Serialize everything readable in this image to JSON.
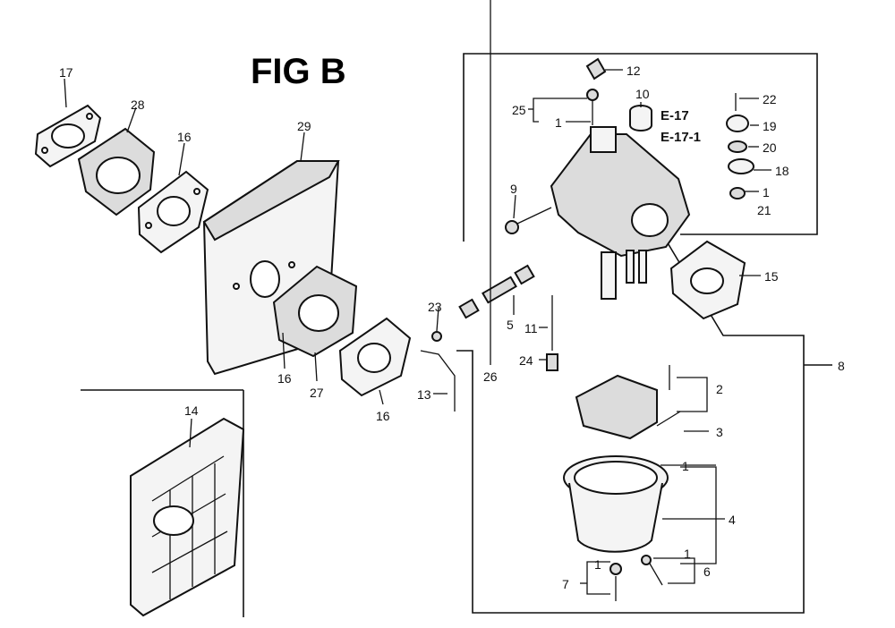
{
  "title": "FIG B",
  "references": [
    "E-17",
    "E-17-1"
  ],
  "callouts": {
    "c17": "17",
    "c28": "28",
    "c16a": "16",
    "c29": "29",
    "c16b": "16",
    "c27": "27",
    "c16c": "16",
    "c14": "14",
    "c23": "23",
    "c13": "13",
    "c26": "26",
    "c5": "5",
    "c11": "11",
    "c24": "24",
    "c9": "9",
    "c12": "12",
    "c25": "25",
    "c1a": "1",
    "c10": "10",
    "c22": "22",
    "c19": "19",
    "c20": "20",
    "c18": "18",
    "c1b": "1",
    "c21": "21",
    "c15": "15",
    "c8": "8",
    "c2": "2",
    "c3": "3",
    "c1c": "1",
    "c4": "4",
    "c1d": "1",
    "c6": "6",
    "c1e": "1",
    "c7": "7"
  }
}
